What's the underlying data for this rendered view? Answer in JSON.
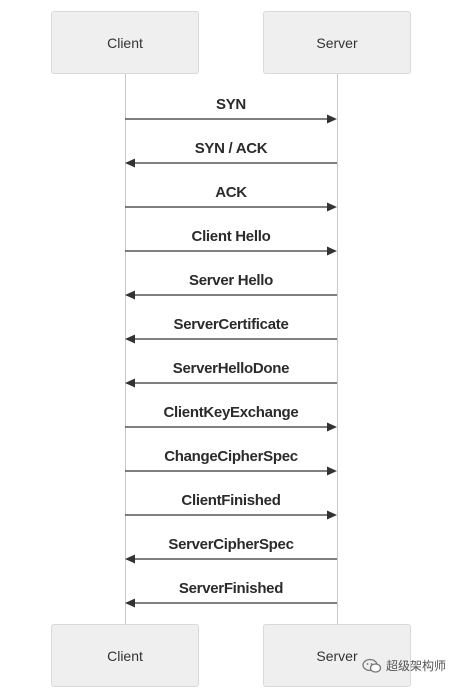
{
  "actors": {
    "client": "Client",
    "server": "Server"
  },
  "messages": [
    {
      "label": "SYN",
      "direction": "right"
    },
    {
      "label": "SYN / ACK",
      "direction": "left"
    },
    {
      "label": "ACK",
      "direction": "right"
    },
    {
      "label": "Client Hello",
      "direction": "right"
    },
    {
      "label": "Server Hello",
      "direction": "left"
    },
    {
      "label": "ServerCertificate",
      "direction": "left"
    },
    {
      "label": "ServerHelloDone",
      "direction": "left"
    },
    {
      "label": "ClientKeyExchange",
      "direction": "right"
    },
    {
      "label": "ChangeCipherSpec",
      "direction": "right"
    },
    {
      "label": "ClientFinished",
      "direction": "right"
    },
    {
      "label": "ServerCipherSpec",
      "direction": "left"
    },
    {
      "label": "ServerFinished",
      "direction": "left"
    }
  ],
  "watermark": {
    "text": "超级架构师",
    "icon": "wechat-icon"
  },
  "colors": {
    "line": "#333333",
    "lifeline": "#c8c8c8",
    "actor_fill": "#efefef"
  }
}
